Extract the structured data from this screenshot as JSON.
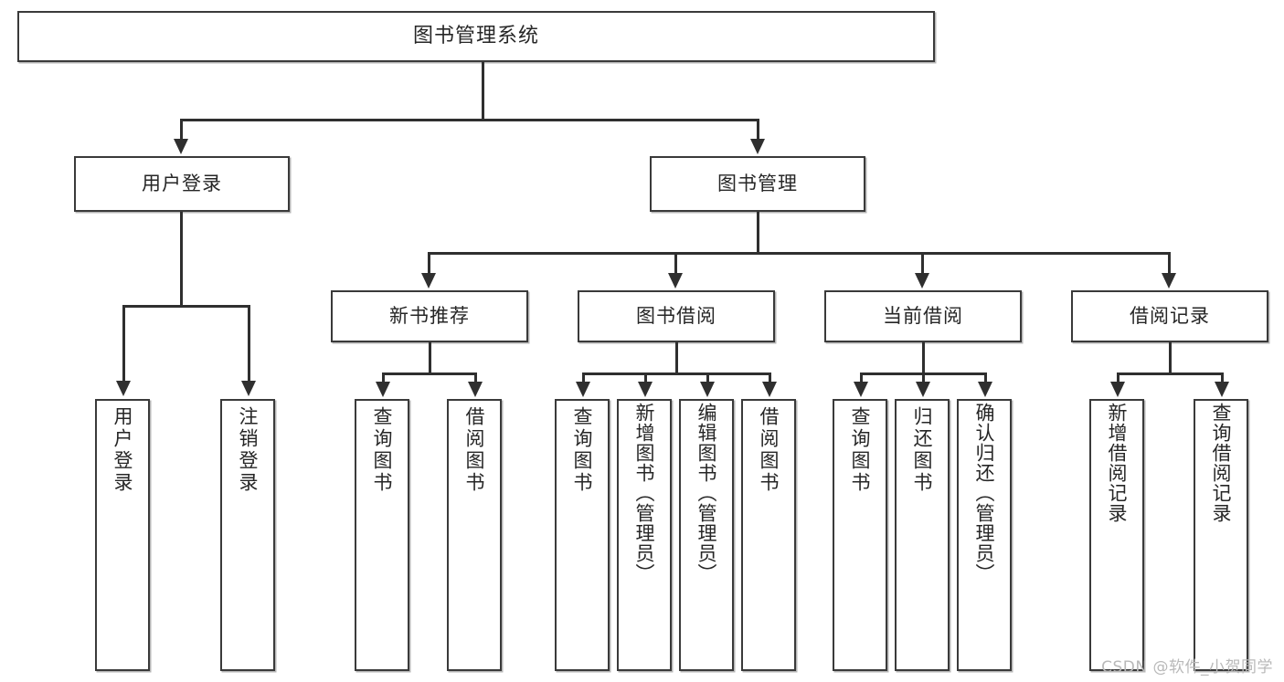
{
  "diagram": {
    "type": "tree-hierarchy",
    "title": "图书管理系统",
    "watermark": "CSDN @软件_小贺同学",
    "colors": {
      "box_border": "#3a3a3a",
      "connector": "#2f2f2f",
      "background": "#ffffff",
      "text": "#262626",
      "watermark": "#b9b9b9"
    },
    "nodes": {
      "root": {
        "label": "图书管理系统"
      },
      "level2": [
        {
          "label": "用户登录"
        },
        {
          "label": "图书管理"
        }
      ],
      "level3": [
        {
          "label": "新书推荐"
        },
        {
          "label": "图书借阅"
        },
        {
          "label": "当前借阅"
        },
        {
          "label": "借阅记录"
        }
      ],
      "leaves": {
        "user_login": [
          {
            "label": "用户登录"
          },
          {
            "label": "注销登录"
          }
        ],
        "new_book": [
          {
            "label": "查询图书"
          },
          {
            "label": "借阅图书"
          }
        ],
        "book_borrow": [
          {
            "label": "查询图书"
          },
          {
            "label": "新增图书（管理员）"
          },
          {
            "label": "编辑图书（管理员）"
          },
          {
            "label": "借阅图书"
          }
        ],
        "current_borrow": [
          {
            "label": "查询图书"
          },
          {
            "label": "归还图书"
          },
          {
            "label": "确认归还（管理员）"
          }
        ],
        "borrow_record": [
          {
            "label": "新增借阅记录"
          },
          {
            "label": "查询借阅记录"
          }
        ]
      }
    }
  }
}
